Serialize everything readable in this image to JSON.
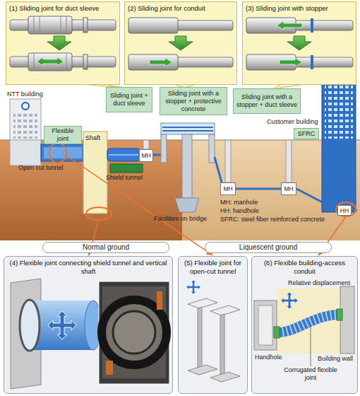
{
  "diagram": {
    "nodes": [
      {
        "text": [
          "(1) Sliding joint for duct sleeve"
        ]
      },
      {
        "text": [
          "(2) Sliding joint for conduit"
        ]
      },
      {
        "text": [
          "(3) Sliding joint with stopper"
        ]
      },
      {
        "text": [
          "Sliding joint + duct sleeve"
        ]
      },
      {
        "text": [
          "Sliding joint with a stopper + protective concrete"
        ]
      },
      {
        "text": [
          "Sliding joint with a stopper + duct sleeve"
        ]
      },
      {
        "text": [
          "Flexible joint"
        ]
      },
      {
        "text": [
          "SFRC"
        ]
      },
      {
        "text": [
          "MH"
        ]
      },
      {
        "text": [
          "MH"
        ]
      },
      {
        "text": [
          "MH"
        ]
      },
      {
        "text": [
          "HH"
        ]
      },
      {
        "text": [
          "Normal ground"
        ]
      },
      {
        "text": [
          "Liquescent ground"
        ]
      },
      {
        "text": [
          "(4) Flexible joint connecting shield tunnel and vertical shaft"
        ]
      },
      {
        "text": [
          "(5) Flexible joint for open-cut tunnel"
        ]
      },
      {
        "text": [
          "(6) Flexible building-access conduit"
        ]
      }
    ],
    "labels": [
      "NTT building",
      "Open cut tunnel",
      "Shaft",
      "Shield tunnel",
      "Facilities on bridge",
      "Customer building",
      "MH: manhole",
      "HH: handhole",
      "SFRC: steel fiber reinforced concrete",
      "Relative displacement",
      "Handhole",
      "Building wall",
      "Corrugated flexible joint"
    ]
  }
}
